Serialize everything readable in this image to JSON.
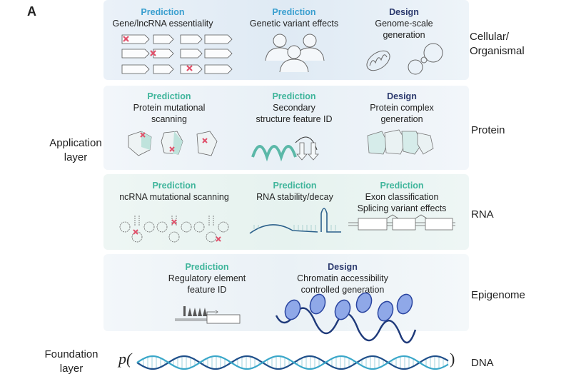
{
  "panel_label": "A",
  "left_labels": {
    "application": [
      "Application",
      "layer"
    ],
    "foundation": [
      "Foundation",
      "layer"
    ]
  },
  "right_labels": {
    "cellular": [
      "Cellular/",
      "Organismal"
    ],
    "protein": "Protein",
    "rna": "RNA",
    "epigenome": "Epigenome",
    "dna": "DNA"
  },
  "dna_formula": {
    "open": "p(",
    "close": ")"
  },
  "rows": {
    "cellular": [
      {
        "kind": "Prediction",
        "lines": [
          "Gene/lncRNA essentiality"
        ]
      },
      {
        "kind": "Prediction",
        "lines": [
          "Genetic variant effects"
        ]
      },
      {
        "kind": "Design",
        "lines": [
          "Genome-scale",
          "generation"
        ]
      }
    ],
    "protein": [
      {
        "kind": "Prediction",
        "lines": [
          "Protein mutational",
          "scanning"
        ]
      },
      {
        "kind": "Prediction",
        "lines": [
          "Secondary",
          "structure feature ID"
        ]
      },
      {
        "kind": "Design",
        "lines": [
          "Protein complex",
          "generation"
        ]
      }
    ],
    "rna": [
      {
        "kind": "Prediction",
        "lines": [
          "ncRNA mutational scanning"
        ]
      },
      {
        "kind": "Prediction",
        "lines": [
          "RNA stability/decay"
        ]
      },
      {
        "kind": "Prediction",
        "lines": [
          "Exon classification",
          "Splicing variant effects"
        ]
      }
    ],
    "epigenome": [
      {
        "kind": "Prediction",
        "lines": [
          "Regulatory element",
          "feature ID"
        ]
      },
      {
        "kind": "Design",
        "lines": [
          "Chromatin accessibility",
          "controlled generation"
        ]
      }
    ]
  },
  "colors": {
    "prediction_blue": "#3a9fcf",
    "prediction_teal": "#3fb59b",
    "design": "#2c3a6e",
    "mutation": "#e0506a"
  }
}
